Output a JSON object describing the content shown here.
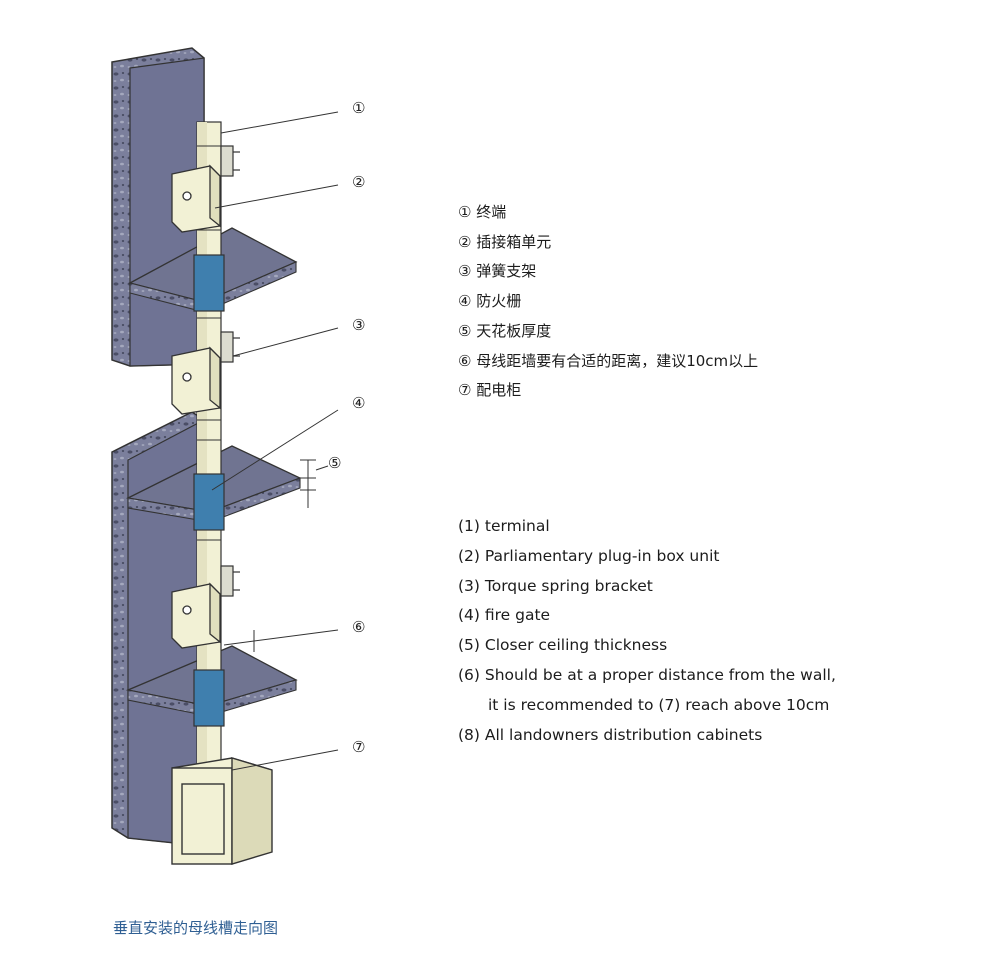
{
  "callouts": [
    "①",
    "②",
    "③",
    "④",
    "⑤",
    "⑥",
    "⑦"
  ],
  "legend_cn": [
    "① 终端",
    "② 插接箱单元",
    "③ 弹簧支架",
    "④ 防火栅",
    "⑤ 天花板厚度",
    "⑥ 母线距墙要有合适的距离，建议10cm以上",
    "⑦ 配电柜"
  ],
  "legend_en": [
    "(1) terminal",
    "(2) Parliamentary plug-in box unit",
    "(3) Torque spring bracket",
    "(4) fire gate",
    "(5) Closer ceiling thickness",
    "(6) Should be at a proper distance from the wall,",
    "it is recommended to (7) reach above 10cm",
    "(8) All landowners distribution cabinets"
  ],
  "caption": "垂直安装的母线槽走向图",
  "colors": {
    "wall": "#6f7394",
    "wall_texture": "#8a8ea8",
    "slab": "#6e7290",
    "busway": "#f2f1d5",
    "fire_barrier": "#3f7fae",
    "caption": "#2f5f93"
  }
}
